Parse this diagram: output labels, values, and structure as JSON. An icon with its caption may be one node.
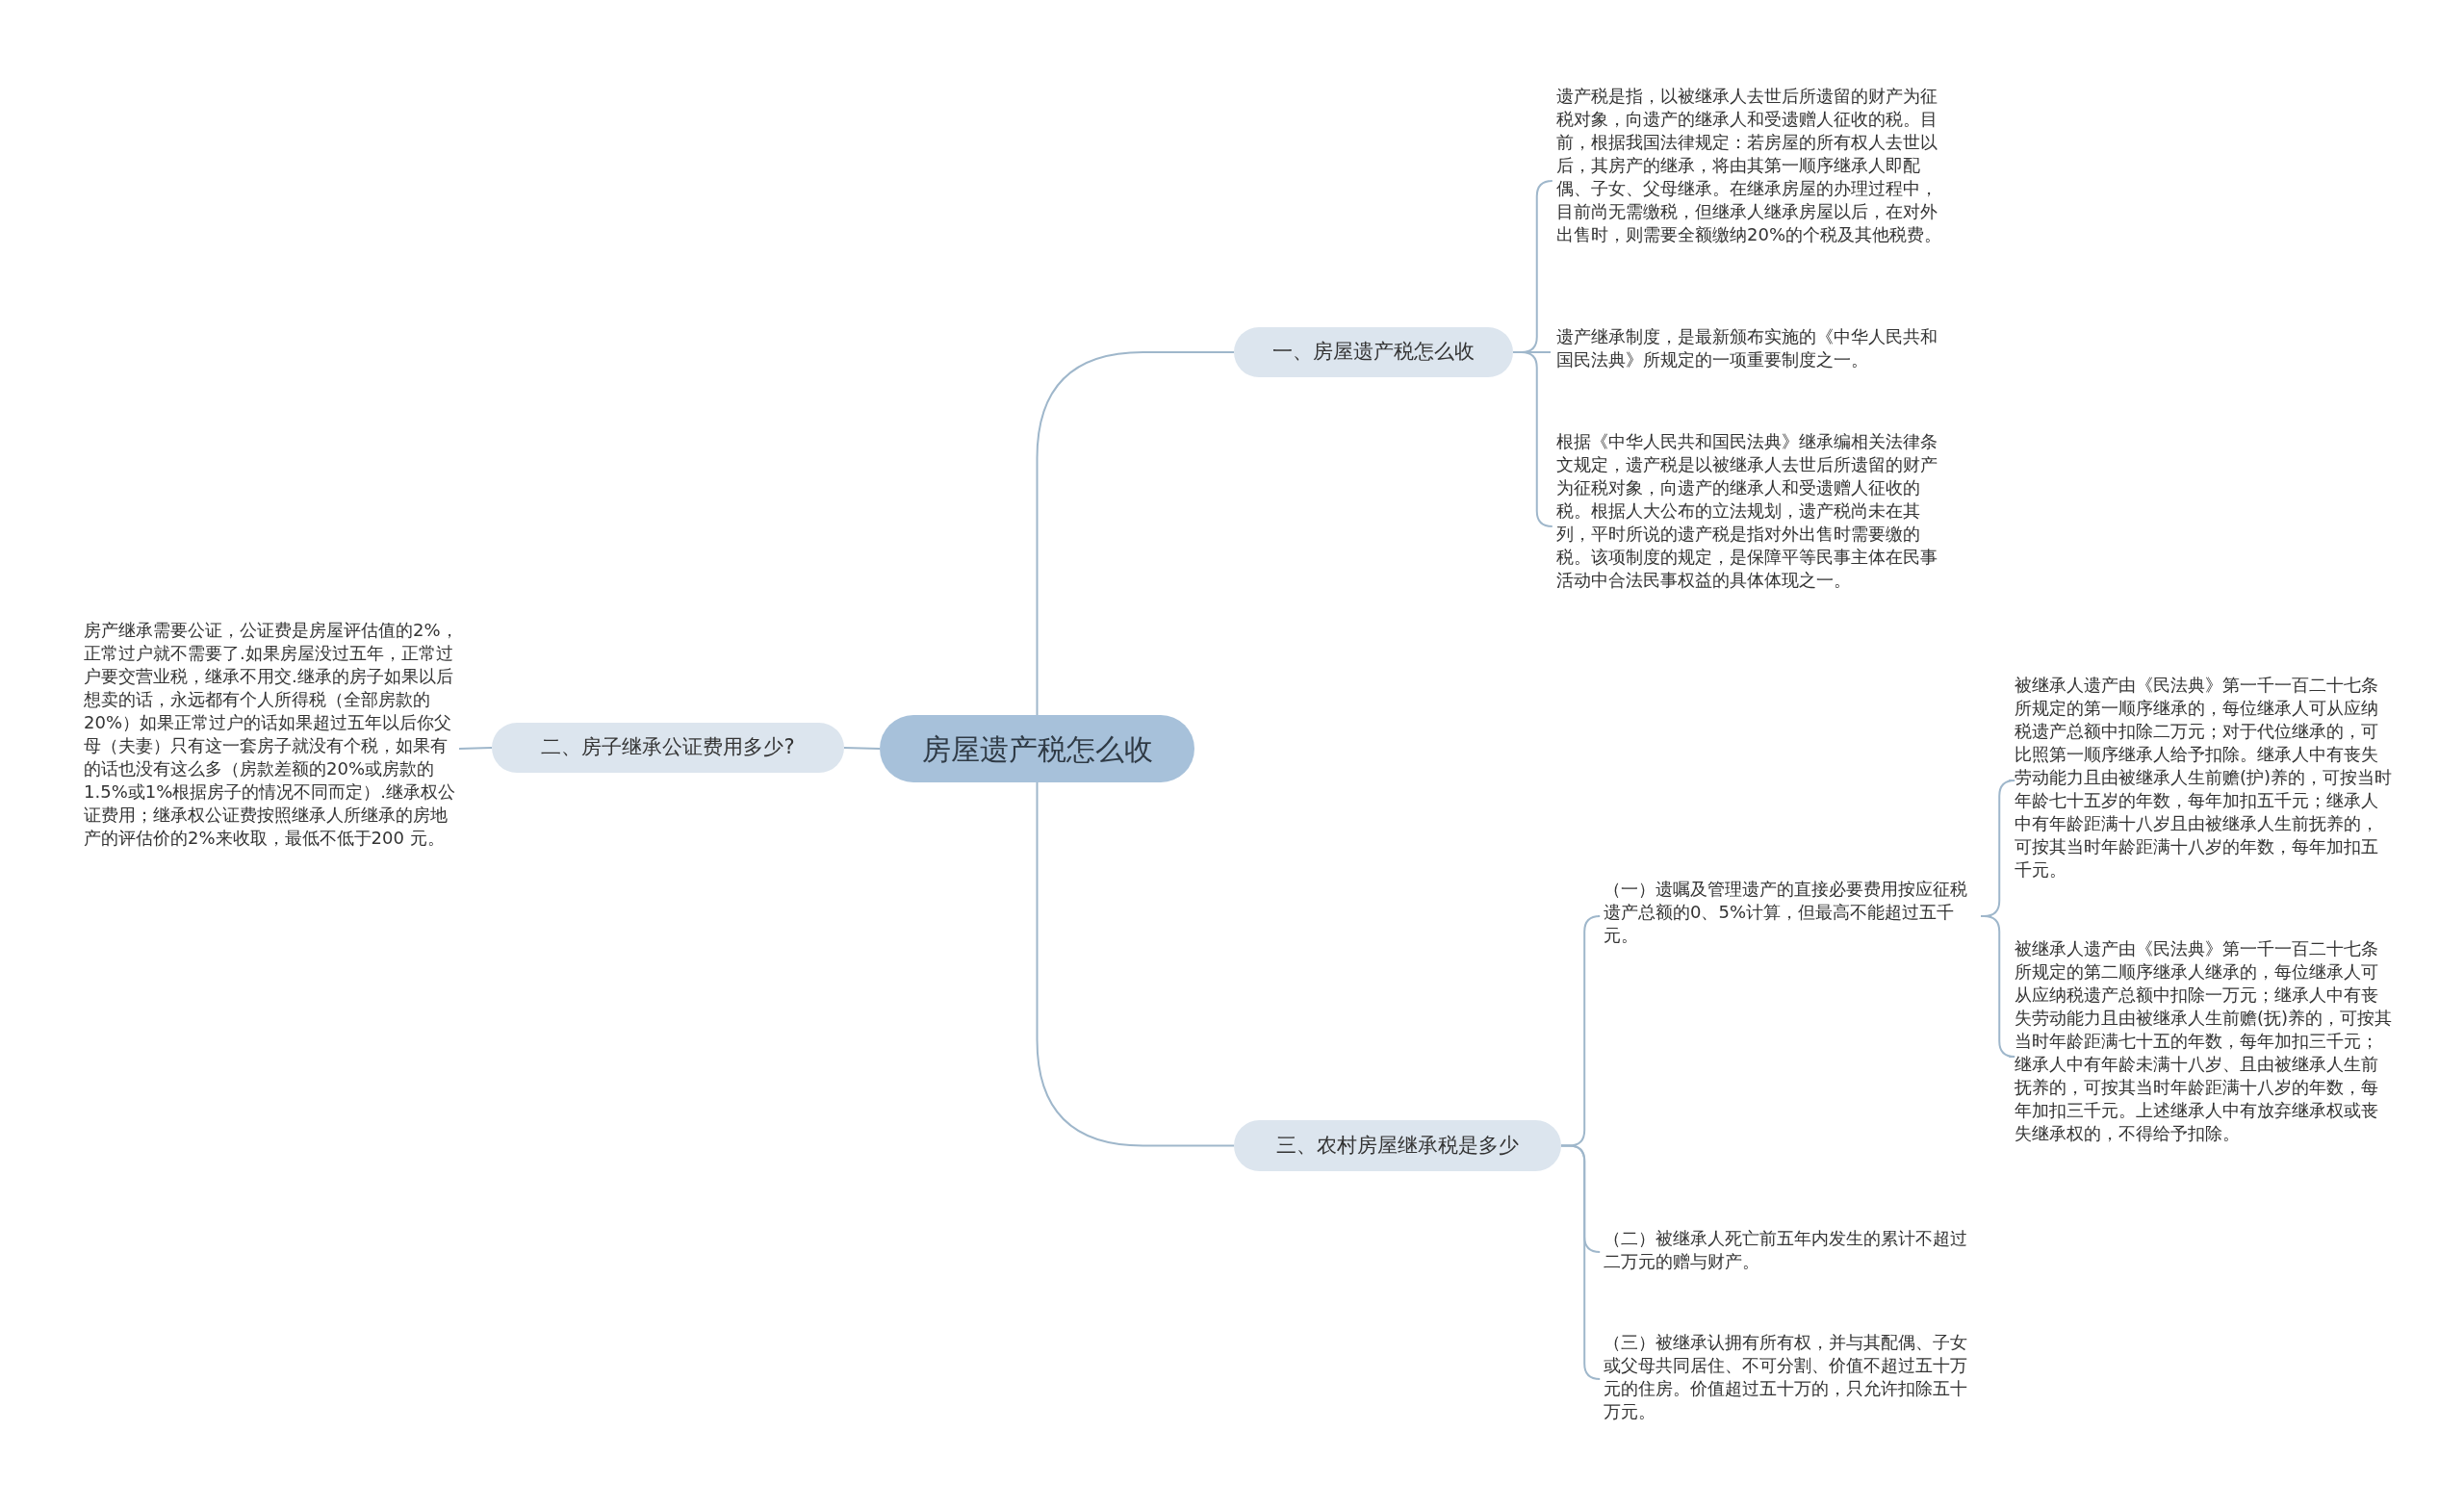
{
  "diagram": {
    "nodes": [
      {
        "text": [
          "房屋遗产税怎么收"
        ]
      },
      {
        "text": [
          "一、房屋遗产税怎么收"
        ]
      },
      {
        "text": [
          "遗产税是指，以被继承人去世后所遗留的财产为征税对象，向遗产的继承人和受遗赠人征收的税。目前，根据我国法律规定：若房屋的所有权人去世以后，其房产的继承，将由其第一顺序继承人即配偶、子女、父母继承。在继承房屋的办理过程中，目前尚无需缴税，但继承人继承房屋以后，在对外出售时，则需要全额缴纳20%的个税及其他税费。"
        ]
      },
      {
        "text": [
          "遗产继承制度，是最新颁布实施的《中华人民共和国民法典》所规定的一项重要制度之一。"
        ]
      },
      {
        "text": [
          "根据《中华人民共和国民法典》继承编相关法律条文规定，遗产税是以被继承人去世后所遗留的财产为征税对象，向遗产的继承人和受遗赠人征收的税。根据人大公布的立法规划，遗产税尚未在其列，平时所说的遗产税是指对外出售时需要缴的税。该项制度的规定，是保障平等民事主体在民事活动中合法民事权益的具体体现之一。"
        ]
      },
      {
        "text": [
          "二、房子继承公证费用多少?"
        ]
      },
      {
        "text": [
          "房产继承需要公证，公证费是房屋评估值的2%，正常过户就不需要了.如果房屋没过五年，正常过户要交营业税，继承不用交.继承的房子如果以后想卖的话，永远都有个人所得税（全部房款的20%）如果正常过户的话如果超过五年以后你父母（夫妻）只有这一套房子就没有个税，如果有的话也没有这么多（房款差额的20%或房款的1.5%或1%根据房子的情况不同而定）.继承权公证费用；继承权公证费按照继承人所继承的房地产的评估价的2%来收取，最低不低于200 元。"
        ]
      },
      {
        "text": [
          "三、农村房屋继承税是多少"
        ]
      },
      {
        "text": [
          "（一）遗嘱及管理遗产的直接必要费用按应征税遗产总额的0、5%计算，但最高不能超过五千元。"
        ]
      },
      {
        "text": [
          "被继承人遗产由《民法典》第一千一百二十七条所规定的第一顺序继承的，每位继承人可从应纳税遗产总额中扣除二万元；对于代位继承的，可比照第一顺序继承人给予扣除。继承人中有丧失劳动能力且由被继承人生前赡(护)养的，可按当时年龄七十五岁的年数，每年加扣五千元；继承人中有年龄距满十八岁且由被继承人生前抚养的，可按其当时年龄距满十八岁的年数，每年加扣五千元。"
        ]
      },
      {
        "text": [
          "被继承人遗产由《民法典》第一千一百二十七条所规定的第二顺序继承人继承的，每位继承人可从应纳税遗产总额中扣除一万元；继承人中有丧失劳动能力且由被继承人生前赡(抚)养的，可按其当时年龄距满七十五的年数，每年加扣三千元；继承人中有年龄未满十八岁、且由被继承人生前抚养的，可按其当时年龄距满十八岁的年数，每年加扣三千元。上述继承人中有放弃继承权或丧失继承权的，不得给予扣除。"
        ]
      },
      {
        "text": [
          "（二）被继承人死亡前五年内发生的累计不超过二万元的赠与财产。"
        ]
      },
      {
        "text": [
          "（三）被继承认拥有所有权，并与其配偶、子女或父母共同居住、不可分割、价值不超过五十万元的住房。价值超过五十万的，只允许扣除五十万元。"
        ]
      }
    ],
    "edges": [
      {
        "from": 0,
        "to": 1,
        "arrow": "none"
      },
      {
        "from": 1,
        "to": 2,
        "arrow": "none"
      },
      {
        "from": 1,
        "to": 3,
        "arrow": "none"
      },
      {
        "from": 1,
        "to": 4,
        "arrow": "none"
      },
      {
        "from": 0,
        "to": 5,
        "arrow": "none"
      },
      {
        "from": 5,
        "to": 6,
        "arrow": "none"
      },
      {
        "from": 0,
        "to": 7,
        "arrow": "none"
      },
      {
        "from": 7,
        "to": 8,
        "arrow": "none"
      },
      {
        "from": 8,
        "to": 9,
        "arrow": "none"
      },
      {
        "from": 8,
        "to": 10,
        "arrow": "none"
      },
      {
        "from": 7,
        "to": 11,
        "arrow": "none"
      },
      {
        "from": 7,
        "to": 12,
        "arrow": "none"
      }
    ]
  }
}
